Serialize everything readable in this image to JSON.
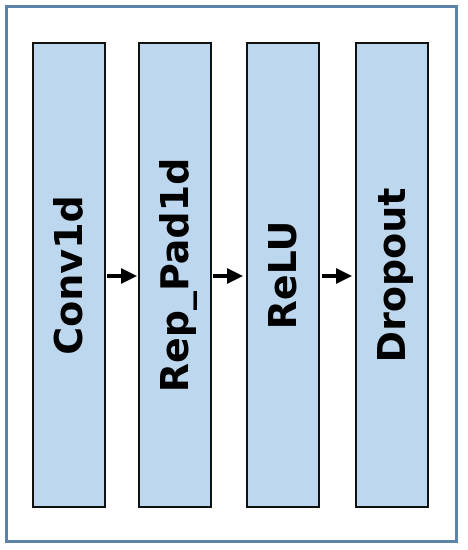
{
  "diagram": {
    "colors": {
      "frame_border": "#5b84a8",
      "block_fill": "#bdd7ee",
      "block_border": "#111111",
      "arrow": "#000000"
    },
    "blocks": [
      {
        "label": "Conv1d"
      },
      {
        "label": "Rep_Pad1d"
      },
      {
        "label": "ReLU"
      },
      {
        "label": "Dropout"
      }
    ],
    "connectors": [
      {
        "from": "Conv1d",
        "to": "Rep_Pad1d",
        "icon": "right-arrow-icon"
      },
      {
        "from": "Rep_Pad1d",
        "to": "ReLU",
        "icon": "right-arrow-icon"
      },
      {
        "from": "ReLU",
        "to": "Dropout",
        "icon": "right-arrow-icon"
      }
    ]
  }
}
